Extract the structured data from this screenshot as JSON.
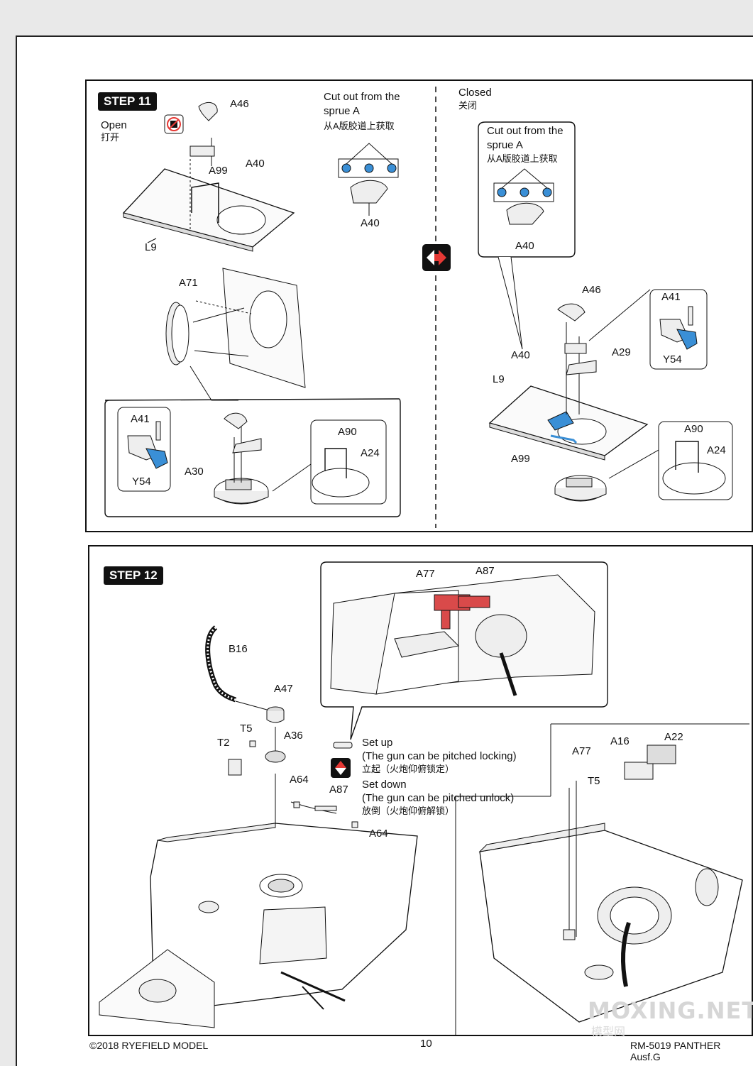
{
  "step11": {
    "badge": "STEP 11",
    "open": {
      "en": "Open",
      "cn": "打开"
    },
    "closed": {
      "en": "Closed",
      "cn": "关闭"
    },
    "cut_out_left": {
      "line1": "Cut out from the",
      "line2": "sprue A",
      "cn": "从A版胶道上获取"
    },
    "cut_out_right": {
      "line1": "Cut out from the",
      "line2": "sprue A",
      "cn": "从A版胶道上获取"
    },
    "part_labels_left": [
      "A46",
      "A40",
      "A99",
      "L9",
      "A40",
      "A71",
      "A41",
      "Y54",
      "A30",
      "A90",
      "A24"
    ],
    "part_labels_right": [
      "A40",
      "A46",
      "A41",
      "Y54",
      "A29",
      "A40",
      "L9",
      "A99",
      "A90",
      "A24"
    ]
  },
  "step12": {
    "badge": "STEP 12",
    "part_labels": [
      "A77",
      "A87",
      "B16",
      "A47",
      "T5",
      "A36",
      "T2",
      "A64",
      "A87",
      "A64",
      "A77",
      "A16",
      "A22",
      "T5"
    ],
    "set_up": {
      "title": "Set up",
      "desc": "(The gun can be pitched locking)",
      "cn": "立起（火炮仰俯锁定）"
    },
    "set_down": {
      "title": "Set down",
      "desc": "(The gun can be pitched unlock)",
      "cn": "放倒（火炮仰俯解锁）"
    }
  },
  "footer": {
    "copyright": "©2018 RYEFIELD MODEL",
    "page_number": "10",
    "product": "RM-5019 PANTHER Ausf.G"
  },
  "watermark": {
    "text": "MOXING.NET",
    "sub": "模型网"
  },
  "colors": {
    "highlight_blue": "#3a8fd6",
    "highlight_red": "#d94a4a",
    "ink": "#111111"
  }
}
